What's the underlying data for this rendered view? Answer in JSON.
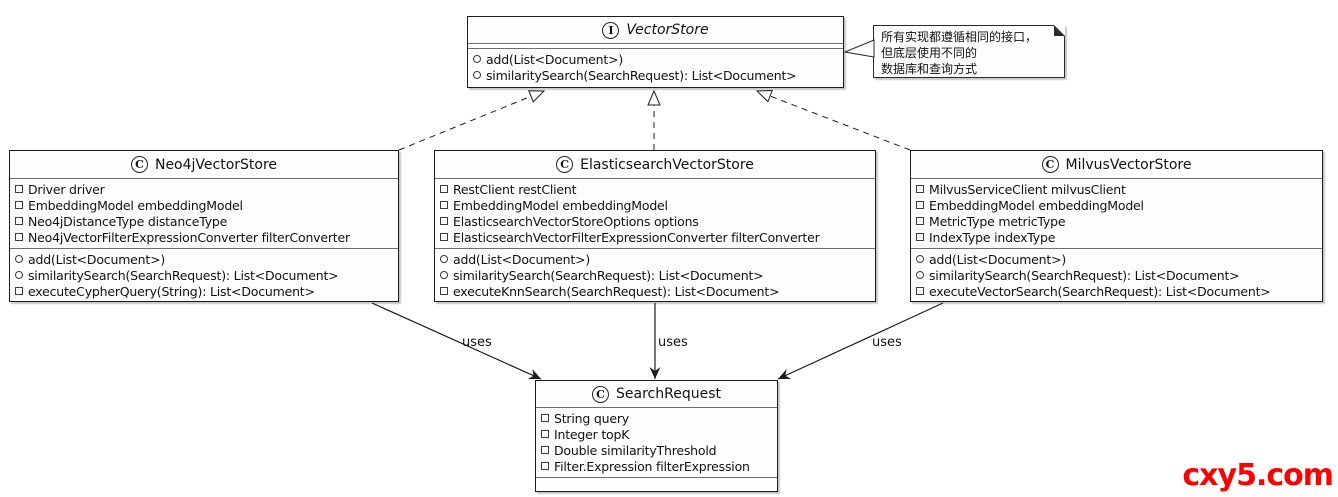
{
  "colors": {
    "watermark_red": "#fe0000",
    "line_black": "#1c1c1c",
    "separator_gray": "#6e6e6e"
  },
  "interface": {
    "letter": "I",
    "name": "VectorStore",
    "methods": [
      "add(List<Document>)",
      "similaritySearch(SearchRequest): List<Document>"
    ]
  },
  "note": {
    "line1": "所有实现都遵循相同的接口，",
    "line2": "但底层使用不同的",
    "line3": "数据库和查询方式"
  },
  "neo4j": {
    "letter": "C",
    "name": "Neo4jVectorStore",
    "fields": [
      "Driver driver",
      "EmbeddingModel embeddingModel",
      "Neo4jDistanceType distanceType",
      "Neo4jVectorFilterExpressionConverter filterConverter"
    ],
    "methods": [
      "add(List<Document>)",
      "similaritySearch(SearchRequest): List<Document>",
      "executeCypherQuery(String): List<Document>"
    ]
  },
  "elasticsearch": {
    "letter": "C",
    "name": "ElasticsearchVectorStore",
    "fields": [
      "RestClient restClient",
      "EmbeddingModel embeddingModel",
      "ElasticsearchVectorStoreOptions options",
      "ElasticsearchVectorFilterExpressionConverter filterConverter"
    ],
    "methods": [
      "add(List<Document>)",
      "similaritySearch(SearchRequest): List<Document>",
      "executeKnnSearch(SearchRequest): List<Document>"
    ]
  },
  "milvus": {
    "letter": "C",
    "name": "MilvusVectorStore",
    "fields": [
      "MilvusServiceClient milvusClient",
      "EmbeddingModel embeddingModel",
      "MetricType metricType",
      "IndexType indexType"
    ],
    "methods": [
      "add(List<Document>)",
      "similaritySearch(SearchRequest): List<Document>",
      "executeVectorSearch(SearchRequest): List<Document>"
    ]
  },
  "searchRequest": {
    "letter": "C",
    "name": "SearchRequest",
    "fields": [
      "String query",
      "Integer topK",
      "Double similarityThreshold",
      "Filter.Expression filterExpression"
    ]
  },
  "edges": {
    "left": {
      "label": "uses"
    },
    "middle": {
      "label": "uses"
    },
    "right": {
      "label": "uses"
    }
  },
  "watermark": {
    "text": "cxy5.com"
  }
}
